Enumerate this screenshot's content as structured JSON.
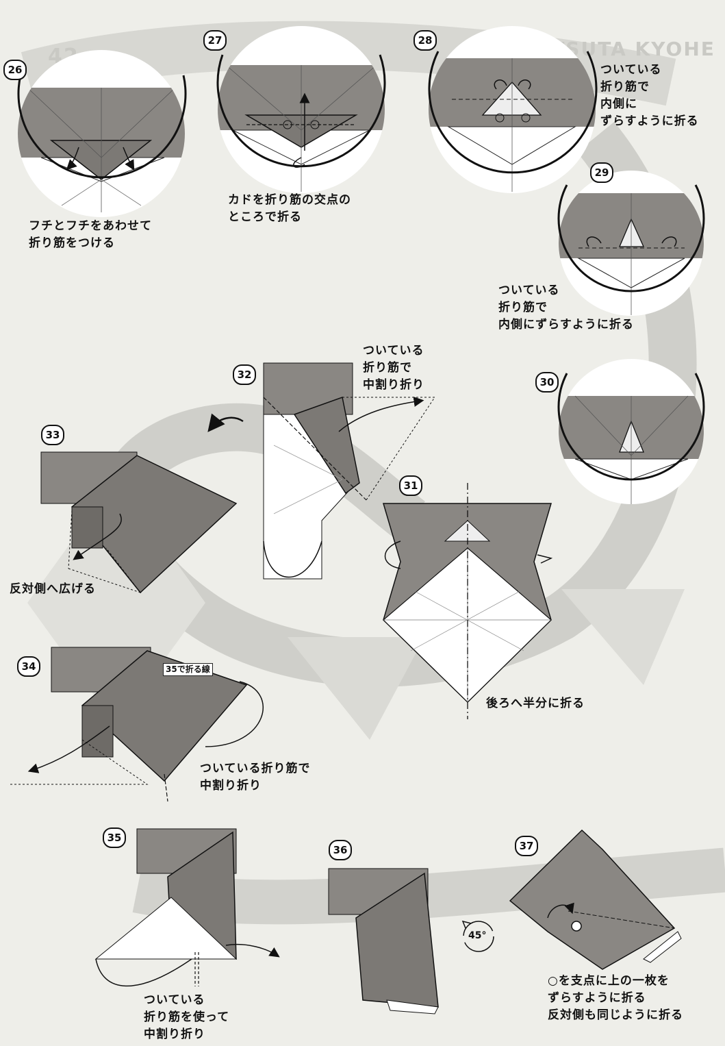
{
  "header": {
    "watermark_left": "42",
    "watermark_right": "KATSUTA KYOHE"
  },
  "steps": [
    {
      "num": "26",
      "caption": [
        "フチとフチをあわせて",
        "折り筋をつける"
      ]
    },
    {
      "num": "27",
      "caption": [
        "カドを折り筋の交点の",
        "ところで折る"
      ]
    },
    {
      "num": "28",
      "caption": [
        "ついている",
        "折り筋で",
        "内側に",
        "ずらすように折る"
      ]
    },
    {
      "num": "29",
      "caption": [
        "ついている",
        "折り筋で",
        "内側にずらすように折る"
      ]
    },
    {
      "num": "30",
      "caption": []
    },
    {
      "num": "31",
      "caption": [
        "後ろへ半分に折る"
      ]
    },
    {
      "num": "32",
      "caption": [
        "ついている",
        "折り筋で",
        "中割り折り"
      ]
    },
    {
      "num": "33",
      "caption": [
        "反対側へ広げる"
      ]
    },
    {
      "num": "34",
      "caption": [
        "ついている折り筋で",
        "中割り折り"
      ],
      "fold_label": "35で折る線"
    },
    {
      "num": "35",
      "caption": [
        "ついている",
        "折り筋を使って",
        "中割り折り"
      ]
    },
    {
      "num": "36",
      "caption": [],
      "rotation": "45°"
    },
    {
      "num": "37",
      "caption": [
        "○を支点に上の一枚を",
        "ずらすように折る",
        "反対側も同じように折る"
      ]
    }
  ],
  "colors": {
    "paper": "#8a8783",
    "paper_dark": "#6e6b67",
    "background": "#eeeee9",
    "ink": "#111111"
  }
}
